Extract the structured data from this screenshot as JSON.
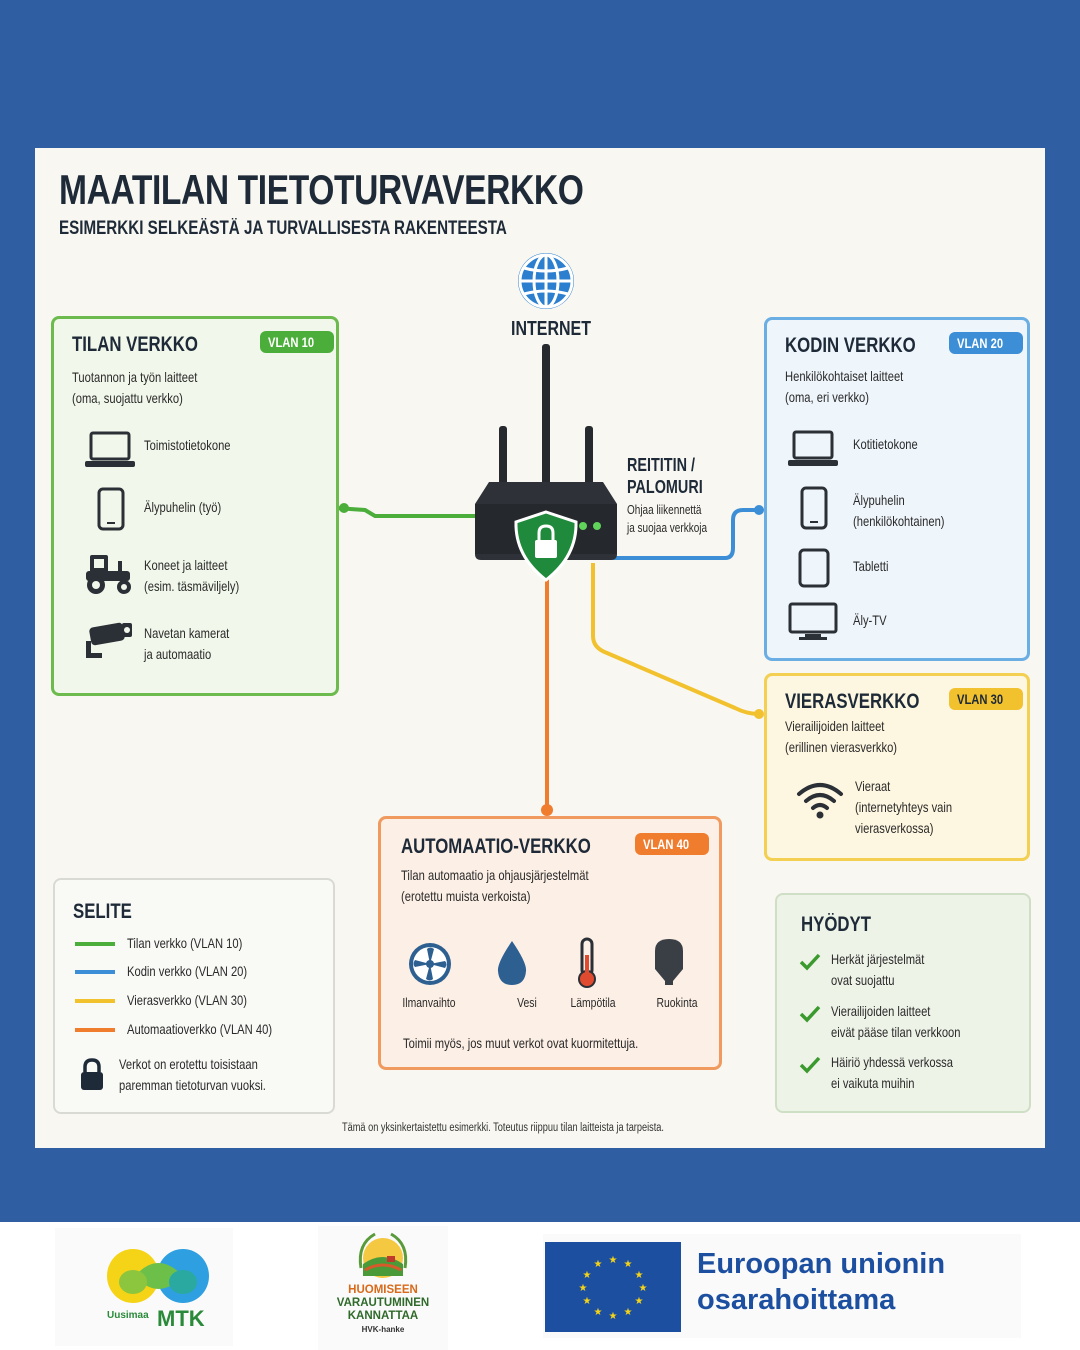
{
  "title": "MAATILAN TIETOTURVAVERKKO",
  "subtitle": "ESIMERKKI SELKEÄSTÄ JA TURVALLISESTA RAKENTEESTA",
  "internet_label": "INTERNET",
  "router": {
    "label_1": "REITITIN /",
    "label_2": "PALOMURI",
    "desc_1": "Ohjaa liikennettä",
    "desc_2": "ja suojaa verkkoja"
  },
  "farm_network": {
    "title": "TILAN VERKKO",
    "vlan": "VLAN 10",
    "desc_1": "Tuotannon ja työn laitteet",
    "desc_2": "(oma, suojattu verkko)",
    "items": [
      {
        "l1": "Toimistotietokone",
        "l2": ""
      },
      {
        "l1": "Älypuhelin (työ)",
        "l2": ""
      },
      {
        "l1": "Koneet ja laitteet",
        "l2": "(esim. täsmäviljely)"
      },
      {
        "l1": "Navetan kamerat",
        "l2": "ja automaatio"
      }
    ]
  },
  "home_network": {
    "title": "KODIN VERKKO",
    "vlan": "VLAN 20",
    "desc_1": "Henkilökohtaiset laitteet",
    "desc_2": "(oma, eri verkko)",
    "items": [
      {
        "l1": "Kotitietokone",
        "l2": ""
      },
      {
        "l1": "Älypuhelin",
        "l2": "(henkilökohtainen)"
      },
      {
        "l1": "Tabletti",
        "l2": ""
      },
      {
        "l1": "Äly-TV",
        "l2": ""
      }
    ]
  },
  "guest_network": {
    "title": "VIERASVERKKO",
    "vlan": "VLAN 30",
    "desc_1": "Vierailijoiden laitteet",
    "desc_2": "(erillinen vierasverkko)",
    "item_1": "Vieraat",
    "item_2": "(internetyhteys vain",
    "item_3": "vierasverkossa)"
  },
  "automation_network": {
    "title": "AUTOMAATIO-VERKKO",
    "vlan": "VLAN 40",
    "desc_1": "Tilan automaatio ja ohjausjärjestelmät",
    "desc_2": "(erotettu muista verkoista)",
    "devices": [
      "Ilmanvaihto",
      "Vesi",
      "Lämpötila",
      "Ruokinta"
    ],
    "note": "Toimii myös, jos muut verkot ovat kuormitettuja."
  },
  "legend": {
    "title": "SELITE",
    "items": [
      "Tilan verkko (VLAN 10)",
      "Kodin verkko (VLAN 20)",
      "Vierasverkko (VLAN 30)",
      "Automaatioverkko (VLAN 40)"
    ],
    "note_1": "Verkot on erotettu toisistaan",
    "note_2": "paremman tietoturvan vuoksi."
  },
  "benefits": {
    "title": "HYÖDYT",
    "items": [
      {
        "l1": "Herkät järjestelmät",
        "l2": "ovat suojattu"
      },
      {
        "l1": "Vierailijoiden laitteet",
        "l2": "eivät pääse tilan verkkoon"
      },
      {
        "l1": "Häiriö yhdessä verkossa",
        "l2": "ei vaikuta muihin"
      }
    ]
  },
  "footnote": "Tämä on yksinkertaistettu esimerkki. Toteutus riippuu tilan laitteista ja tarpeista.",
  "footer": {
    "mtk_small": "Uusimaa",
    "mtk_big": "MTK",
    "hvk_1": "HUOMISEEN",
    "hvk_2": "VARAUTUMINEN",
    "hvk_3": "KANNATTAA",
    "hvk_4": "HVK-hanke",
    "eu_1": "Euroopan unionin",
    "eu_2": "osarahoittama"
  },
  "colors": {
    "green": "#4cae3a",
    "blue": "#3c8fd6",
    "yellow": "#f2c12e",
    "orange": "#f07c2e",
    "page_bg": "#2f5ea3",
    "eu_blue": "#1d4fa0"
  }
}
